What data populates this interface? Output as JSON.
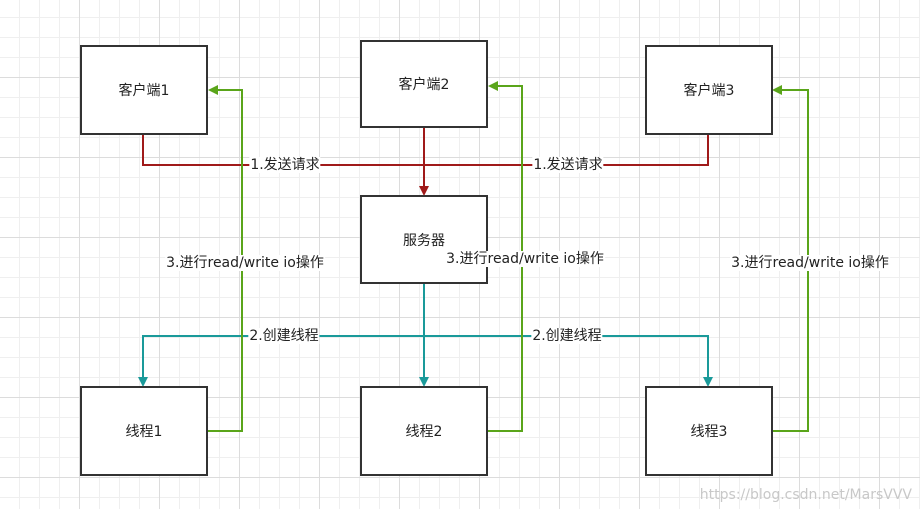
{
  "clients": [
    "客户端1",
    "客户端2",
    "客户端3"
  ],
  "server": "服务器",
  "threads": [
    "线程1",
    "线程2",
    "线程3"
  ],
  "labels": {
    "send_request": "1.发送请求",
    "create_thread": "2.创建线程",
    "io_ops": "3.进行read/write io操作"
  },
  "colors": {
    "request": "#a01a1a",
    "create": "#1a9a9a",
    "io": "#5aa51a"
  },
  "watermark": "https://blog.csdn.net/MarsVVV"
}
